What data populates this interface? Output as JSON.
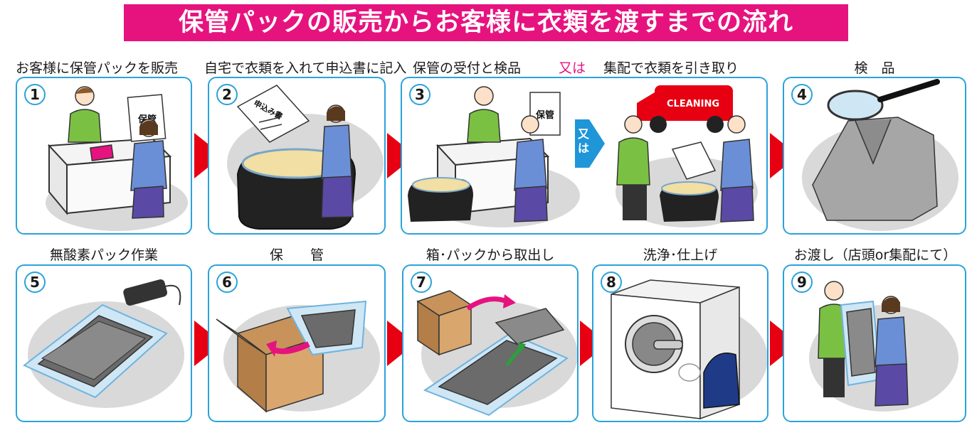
{
  "title": "保管パックの販売からお客様に衣類を渡すまでの流れ",
  "accent_color": "#e6137f",
  "frame_color": "#2aa3db",
  "arrow_color": "#e60012",
  "or_arrow_color": "#1e96d8",
  "labels": {
    "step1": "お客様に保管パックを販売",
    "step2": "自宅で衣類を入れて申込書に記入",
    "step3": "保管の受付と検品",
    "or": "又は",
    "step3b": "集配で衣類を引き取り",
    "step4": "検　品",
    "step5": "無酸素パック作業",
    "step6": "保　　管",
    "step7": "箱･パックから取出し",
    "step8": "洗浄･仕上げ",
    "step9": "お渡し（店頭or集配にて）"
  },
  "numbers": [
    "1",
    "2",
    "3",
    "4",
    "5",
    "6",
    "7",
    "8",
    "9"
  ],
  "illustration_text": {
    "sign": "保管",
    "form": "申込み書",
    "truck": "CLEANING",
    "or_arrow": [
      "又",
      "は"
    ]
  }
}
